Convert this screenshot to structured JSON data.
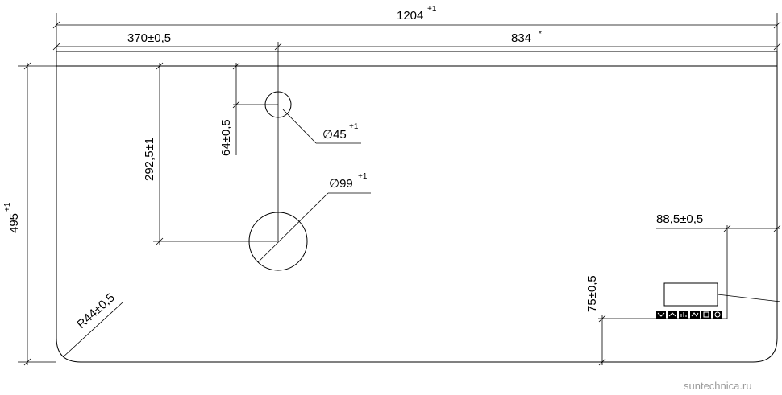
{
  "dimensions": {
    "overall_width": {
      "value": "1204",
      "tolerance": "+1"
    },
    "left_offset": {
      "value": "370±0,5"
    },
    "right_offset": {
      "value": "834",
      "mark": "*"
    },
    "height": {
      "value": "495",
      "tolerance": "+1"
    },
    "small_hole_offset": {
      "value": "64±0,5"
    },
    "large_hole_offset": {
      "value": "292,5±1"
    },
    "small_hole_diameter": {
      "value": "∅45",
      "tolerance": "+1"
    },
    "large_hole_diameter": {
      "value": "∅99",
      "tolerance": "+1"
    },
    "corner_radius": {
      "value": "R44±0,5"
    },
    "panel_offset_x": {
      "value": "88,5±0,5"
    },
    "panel_offset_y": {
      "value": "75±0,5"
    }
  },
  "control_panel": {
    "buttons": [
      "chevron-down-icon",
      "chevron-up-icon",
      "bars-icon",
      "flow-icon",
      "square-icon",
      "power-icon"
    ]
  },
  "watermark": "suntechnica.ru"
}
